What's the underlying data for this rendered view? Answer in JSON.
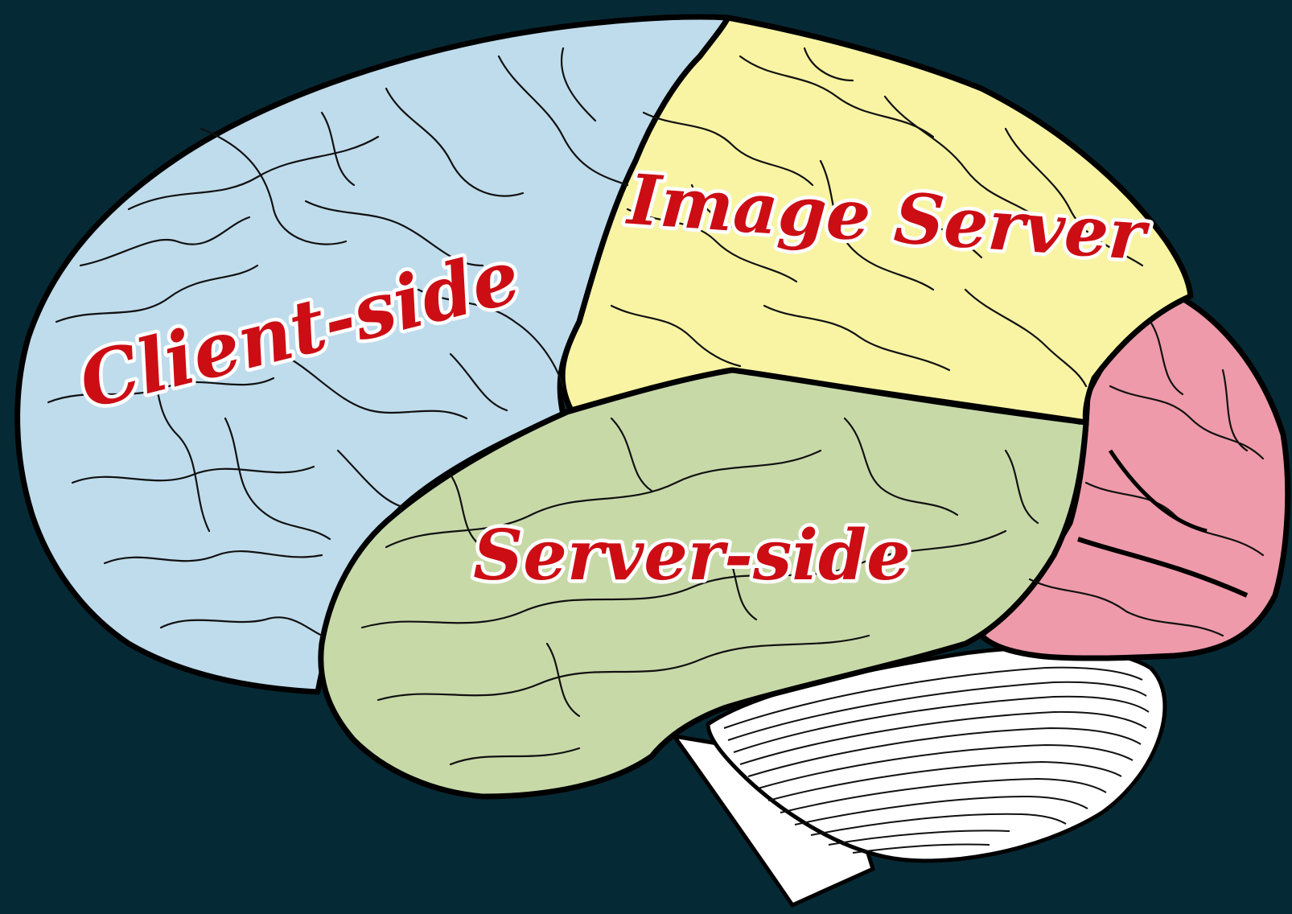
{
  "diagram": {
    "regions": [
      {
        "id": "frontal",
        "label": "Client-side",
        "color": "#bfdcec"
      },
      {
        "id": "parietal",
        "label": "Image Server",
        "color": "#f8f4a4"
      },
      {
        "id": "temporal",
        "label": "Server-side",
        "color": "#c8d9a8"
      },
      {
        "id": "occipital",
        "label": "",
        "color": "#ee9aaa"
      }
    ],
    "cerebellum_color": "#ffffff",
    "brainstem_color": "#ffffff",
    "background_color": "#062a35",
    "label_color": "#cc0d14",
    "label_outline_color": "#ffffff"
  }
}
